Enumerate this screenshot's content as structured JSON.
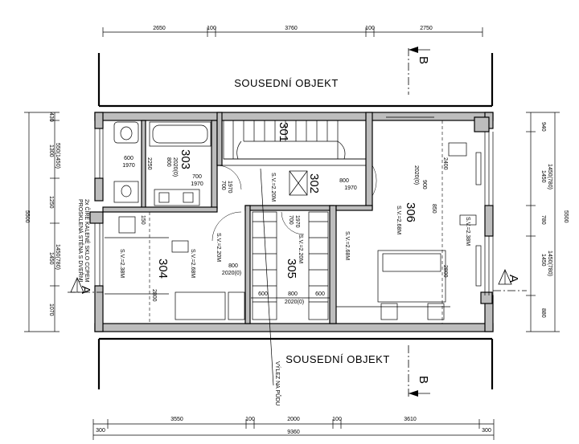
{
  "neighbors": {
    "top": "SOUSEDNÍ OBJEKT",
    "bottom": "SOUSEDNÍ OBJEKT"
  },
  "section_marker": "B",
  "arrow_marker": "A",
  "rooms": {
    "r301": "301",
    "r302": "302",
    "r303": "303",
    "r304": "304",
    "r305": "305",
    "r306": "306"
  },
  "dims_top": {
    "d1": "2650",
    "d2": "100",
    "d3": "3760",
    "d4": "100",
    "d5": "2750"
  },
  "dims_bottom": {
    "d1": "300",
    "d2": "3550",
    "d3": "100",
    "d4": "2000",
    "d5": "100",
    "d6": "3610",
    "d7": "300",
    "total": "9360"
  },
  "dims_left": {
    "a": "430",
    "b": "1300",
    "b2": "550(1450)",
    "c": "1250",
    "d": "1450",
    "d2": "1450(780)",
    "e": "1070",
    "total": "5500"
  },
  "dims_right": {
    "a": "940",
    "b": "1450",
    "b2": "1450(780)",
    "c": "780",
    "d": "1450",
    "d2": "1450(780)",
    "e": "880",
    "total": "5500"
  },
  "openings": {
    "o1": "600",
    "o1b": "1970",
    "o2": "2250",
    "o3": "800",
    "o4": "2020(0)",
    "o5": "700",
    "o5b": "1970",
    "o6": "700",
    "o6b": "1970",
    "o7": "800",
    "o7b": "1970",
    "o8": "900",
    "o9": "2020(0)",
    "o10": "2400",
    "o11": "850",
    "o12": "2800",
    "o13": "150",
    "o14": "2800",
    "o15": "800",
    "o15b": "2020(0)",
    "o16": "700",
    "o16b": "1970",
    "o17": "600",
    "o18": "800",
    "o18b": "2020(0)",
    "o19": "600"
  },
  "heights": {
    "sv1": "S.V.=2.20M",
    "sv2": "S.V.=2.20M",
    "sv3": "S.V.=2.20M",
    "sv4": "S.V.=2.68M",
    "sv5": "S.V.=2.68M",
    "sv6": "S.V.=2.68M",
    "sv7": "S.V.=2.38M",
    "sv8": "S.V.=2.38M"
  },
  "notes": {
    "wall_line1": "PROSKLENÁ STĚNA S DVEŘMI",
    "wall_line2": "2x ČIRÉ KALENÉ SKLO CCPEM",
    "exit_line1": "VÝLEZ NA PŮDU",
    "exit_line2": ""
  }
}
